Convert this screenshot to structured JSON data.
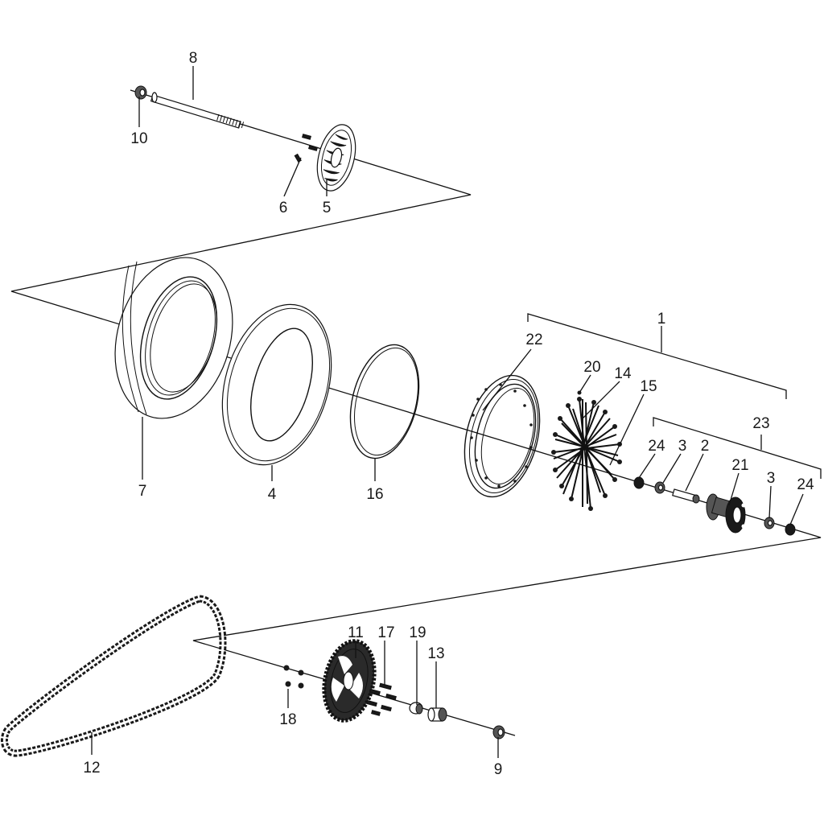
{
  "callouts": {
    "c1": "1",
    "c2": "2",
    "c3a": "3",
    "c3b": "3",
    "c4": "4",
    "c5": "5",
    "c6": "6",
    "c7": "7",
    "c8": "8",
    "c9": "9",
    "c10": "10",
    "c11": "11",
    "c12": "12",
    "c13": "13",
    "c14": "14",
    "c15": "15",
    "c16": "16",
    "c17": "17",
    "c18": "18",
    "c19": "19",
    "c20": "20",
    "c21": "21",
    "c22": "22",
    "c23": "23",
    "c24a": "24",
    "c24b": "24"
  },
  "colors": {
    "line": "#111111",
    "label": "#1a1a1a",
    "background": "#ffffff"
  }
}
